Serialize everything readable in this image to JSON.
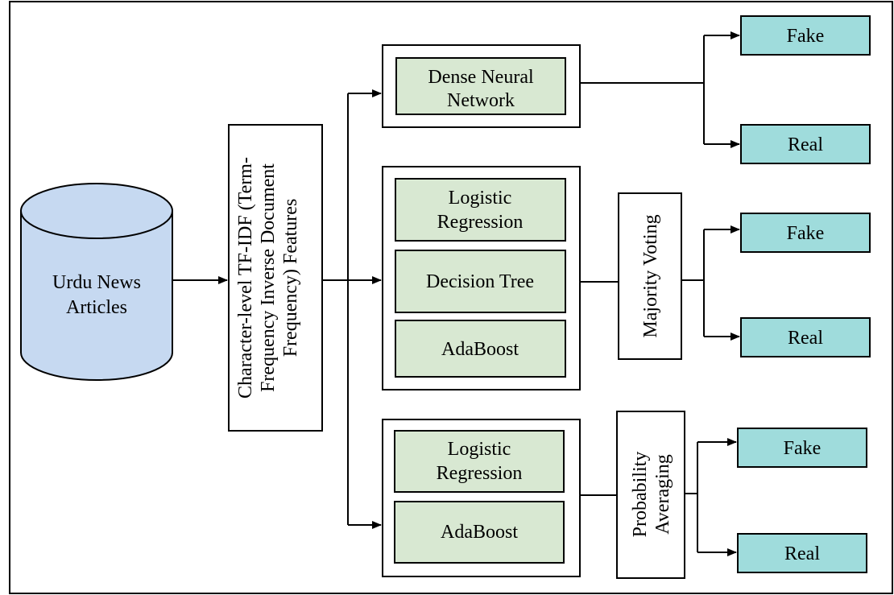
{
  "source": {
    "line1": "Urdu News",
    "line2": "Articles",
    "fill": "#c6d9f1"
  },
  "features": {
    "line1": "Character-level TF-IDF (Term-",
    "line2": "Frequency Inverse Document",
    "line3": "Frequency) Features"
  },
  "branch1": {
    "model_line1": "Dense Neural",
    "model_line2": "Network",
    "out_fake": "Fake",
    "out_real": "Real"
  },
  "branch2": {
    "model1_line1": "Logistic",
    "model1_line2": "Regression",
    "model2": "Decision Tree",
    "model3": "AdaBoost",
    "combiner": "Majority Voting",
    "out_fake": "Fake",
    "out_real": "Real"
  },
  "branch3": {
    "model1_line1": "Logistic",
    "model1_line2": "Regression",
    "model2": "AdaBoost",
    "combiner_line1": "Probability",
    "combiner_line2": "Averaging",
    "out_fake": "Fake",
    "out_real": "Real"
  },
  "colors": {
    "model_fill": "#d8e8d2",
    "output_fill": "#9fdcdc",
    "line": "#000000"
  }
}
